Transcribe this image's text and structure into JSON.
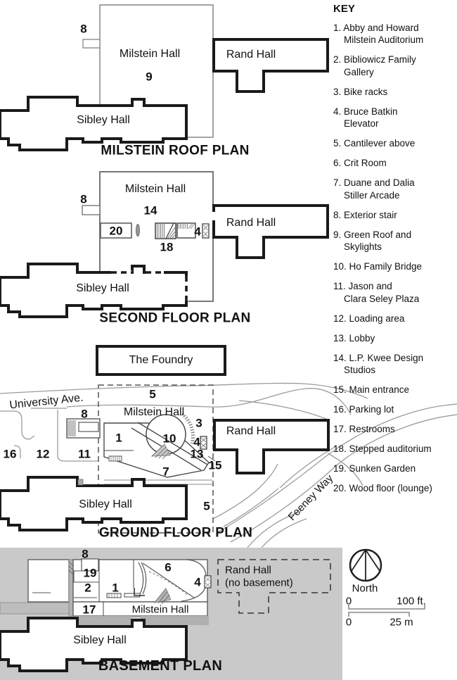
{
  "key": {
    "title": "KEY",
    "items": [
      {
        "lines": [
          "1. Abby and Howard",
          "Milstein Auditorium"
        ]
      },
      {
        "lines": [
          "2. Bibliowicz Family",
          "Gallery"
        ]
      },
      {
        "lines": [
          "3. Bike racks"
        ]
      },
      {
        "lines": [
          "4. Bruce Batkin",
          "Elevator"
        ]
      },
      {
        "lines": [
          "5. Cantilever above"
        ]
      },
      {
        "lines": [
          "6. Crit Room"
        ]
      },
      {
        "lines": [
          "7. Duane and Dalia",
          "Stiller Arcade"
        ]
      },
      {
        "lines": [
          "8. Exterior stair"
        ]
      },
      {
        "lines": [
          "9. Green Roof and",
          "Skylights"
        ]
      },
      {
        "lines": [
          "10. Ho Family Bridge"
        ]
      },
      {
        "lines": [
          "11. Jason and",
          "Clara Seley Plaza"
        ]
      },
      {
        "lines": [
          "12. Loading area"
        ]
      },
      {
        "lines": [
          "13. Lobby"
        ]
      },
      {
        "lines": [
          "14. L.P. Kwee Design",
          "Studios"
        ]
      },
      {
        "lines": [
          "15. Main entrance"
        ]
      },
      {
        "lines": [
          "16. Parking lot"
        ]
      },
      {
        "lines": [
          "17. Restrooms"
        ]
      },
      {
        "lines": [
          "18. Stepped auditorium"
        ]
      },
      {
        "lines": [
          "19. Sunken Garden"
        ]
      },
      {
        "lines": [
          "20. Wood floor (lounge)"
        ]
      }
    ]
  },
  "plans": {
    "roof": {
      "caption": "MILSTEIN ROOF PLAN",
      "milstein": "Milstein Hall",
      "rand": "Rand Hall",
      "sibley": "Sibley Hall",
      "n8": "8",
      "n9": "9"
    },
    "second": {
      "caption": "SECOND FLOOR PLAN",
      "milstein": "Milstein Hall",
      "rand": "Rand Hall",
      "sibley": "Sibley Hall",
      "n8": "8",
      "n14": "14",
      "n20": "20",
      "n18": "18",
      "n4": "4"
    },
    "ground": {
      "caption": "GROUND FLOOR PLAN",
      "foundry": "The Foundry",
      "university_ave": "University Ave.",
      "feeney_way": "Feeney Way",
      "milstein": "Milstein Hall",
      "rand": "Rand Hall",
      "sibley": "Sibley Hall",
      "n5_top": "5",
      "n5_bottom": "5",
      "n8": "8",
      "n3": "3",
      "n1": "1",
      "n10": "10",
      "n4": "4",
      "n13": "13",
      "n15": "15",
      "n16": "16",
      "n12": "12",
      "n11": "11",
      "n7": "7"
    },
    "basement": {
      "caption": "BASEMENT PLAN",
      "milstein": "Milstein Hall",
      "rand_line1": "Rand Hall",
      "rand_line2": "(no basement)",
      "sibley": "Sibley Hall",
      "n8": "8",
      "n19": "19",
      "n2": "2",
      "n1": "1",
      "n6": "6",
      "n4": "4",
      "n17": "17"
    }
  },
  "compass": {
    "label": "North"
  },
  "scalebar": {
    "ft_zero": "0",
    "ft_label": "100 ft.",
    "m_zero": "0",
    "m_label": "25 m"
  }
}
